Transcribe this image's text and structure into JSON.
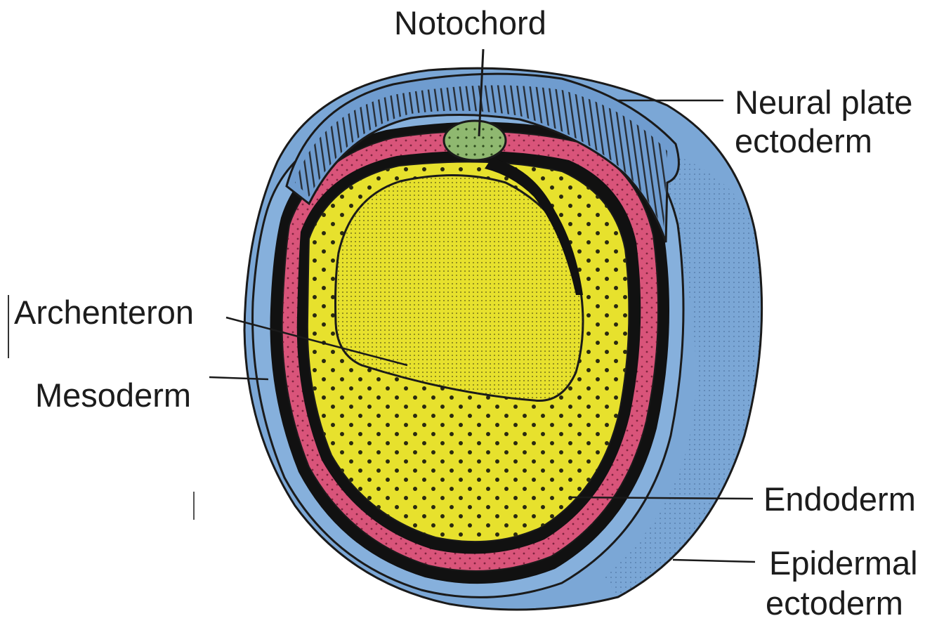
{
  "labels": {
    "notochord": "Notochord",
    "neural_plate_line1": "Neural plate",
    "neural_plate_line2": "ectoderm",
    "archenteron": "Archenteron",
    "mesoderm": "Mesoderm",
    "endoderm": "Endoderm",
    "epidermal_line1": "Epidermal",
    "epidermal_line2": "ectoderm"
  },
  "colors": {
    "epidermal_ectoderm": "#7ba7d6",
    "neural_plate_ectoderm": "#6f9ccf",
    "mesoderm": "#d9547a",
    "endoderm": "#e7e12d",
    "archenteron": "#e7e12d",
    "notochord": "#8fb870",
    "lines": "#1a1a1a"
  }
}
